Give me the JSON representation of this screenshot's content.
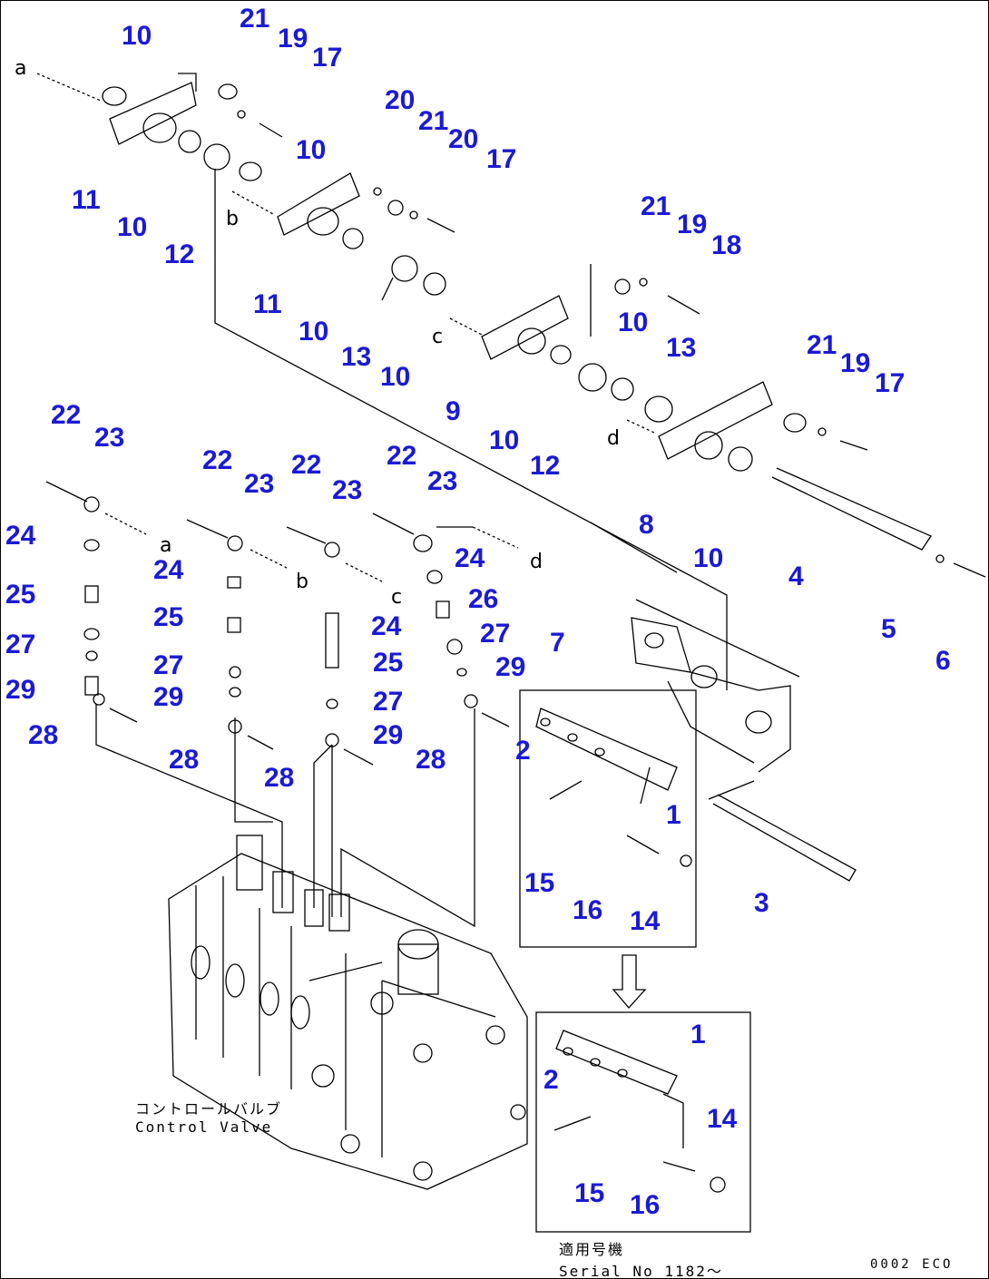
{
  "diagram": {
    "control_valve_label_jp": "コントロールバルブ",
    "control_valve_label_en": "Control Valve",
    "serial_label_jp": "適用号機",
    "serial_label_en": "Serial No 1182～",
    "code": "0002 ECO",
    "callout_color": "#1a1ad6",
    "letters": {
      "a": "a",
      "b": "b",
      "c": "c",
      "d": "d"
    },
    "callouts": [
      "10",
      "21",
      "19",
      "17",
      "11",
      "10",
      "12",
      "20",
      "21",
      "20",
      "17",
      "10",
      "11",
      "10",
      "13",
      "10",
      "21",
      "19",
      "18",
      "10",
      "13",
      "9",
      "10",
      "12",
      "21",
      "19",
      "17",
      "8",
      "10",
      "4",
      "5",
      "6",
      "7",
      "3",
      "22",
      "23",
      "24",
      "25",
      "27",
      "29",
      "28",
      "22",
      "23",
      "24",
      "25",
      "27",
      "29",
      "28",
      "22",
      "23",
      "24",
      "25",
      "27",
      "29",
      "28",
      "22",
      "23",
      "24",
      "26",
      "27",
      "29",
      "28",
      "2",
      "1",
      "15",
      "16",
      "14",
      "1",
      "2",
      "14",
      "15",
      "16"
    ]
  }
}
